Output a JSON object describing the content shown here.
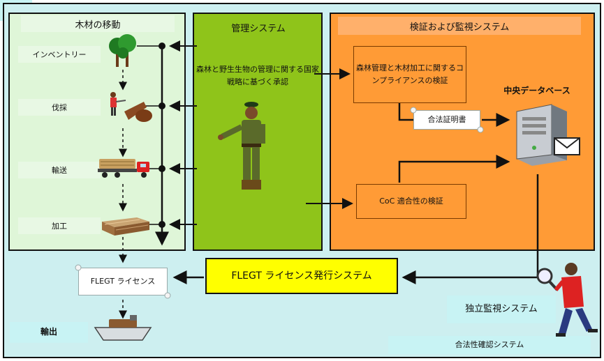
{
  "panels": {
    "timber": {
      "title": "木材の移動",
      "stages": [
        "インベントリー",
        "伐採",
        "輸送",
        "加工"
      ],
      "export": "輸出"
    },
    "management": {
      "title": "管理システム",
      "text": "森林と野生生物の管理に関する国家戦略に基づく承認"
    },
    "verification": {
      "title": "検証および監視システム",
      "compliance": "森林管理と木材加工に関するコンプライアンスの検証",
      "legal_certificate": "合法証明書",
      "database": "中央データベース",
      "coc": "CoC 適合性の検証"
    }
  },
  "bottom": {
    "flegt_system": "FLEGT ライセンス発行システム",
    "flegt_license": "FLEGT ライセンス",
    "independent_monitoring": "独立監視システム",
    "legality_assurance": "合法性確認システム"
  },
  "colors": {
    "timber_panel": "#dff6d8",
    "management_panel": "#8fc41a",
    "verification_panel": "#ff9b36",
    "background": "#cdeff0",
    "flegt_system": "#ffff00"
  },
  "icons": [
    "forest-icon",
    "logger-icon",
    "log-truck-icon",
    "sawn-timber-icon",
    "ranger-icon",
    "server-icon",
    "mail-icon",
    "inspector-icon",
    "boat-icon"
  ]
}
